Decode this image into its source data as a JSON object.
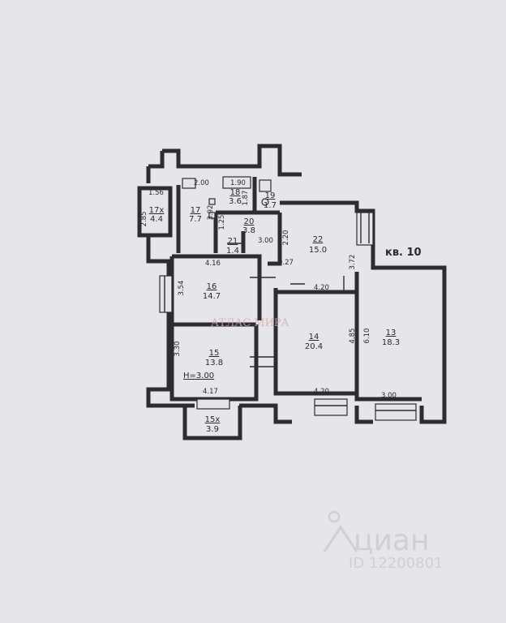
{
  "apartment_label": "кв. 10",
  "height_label": "Н=3.00",
  "rooms": [
    {
      "id": "22",
      "area": "15.0"
    },
    {
      "id": "21",
      "area": "1.4"
    },
    {
      "id": "20",
      "area": "3.8"
    },
    {
      "id": "19",
      "area": "1.7"
    },
    {
      "id": "18",
      "area": "3.6"
    },
    {
      "id": "17",
      "area": "7.7"
    },
    {
      "id": "17х",
      "area": "4.4"
    },
    {
      "id": "16",
      "area": "14.7"
    },
    {
      "id": "15",
      "area": "13.8"
    },
    {
      "id": "15х",
      "area": "3.9"
    },
    {
      "id": "14",
      "area": "20.4"
    },
    {
      "id": "13",
      "area": "18.3"
    }
  ],
  "dimensions": [
    "1.56",
    "2.85",
    "2.00",
    "1.90",
    "1.87",
    "3.92",
    "1.25",
    "3.00",
    "2.20",
    "0.27",
    "4.16",
    "3.72",
    "3.54",
    "4.20",
    "4.85",
    "6.10",
    "3.30",
    "4.20",
    "3.00",
    "4.17"
  ],
  "watermark": {
    "agency": "АТЛАС МИРА",
    "brand": "циан",
    "listing_id": "ID 12200801"
  }
}
